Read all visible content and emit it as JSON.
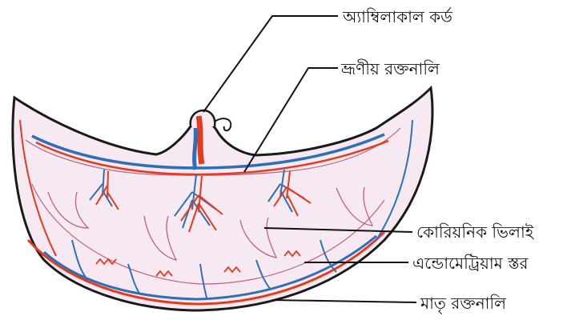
{
  "labels": {
    "umbilical_cord": "অ্যাম্বিলাকাল কর্ড",
    "fetal_vessels": "ভ্রূণীয় রক্তনালি",
    "chorionic_villi": "কোরিয়নিক ভিলাই",
    "endometrium": "এন্ডোমেট্রিয়াম স্তর",
    "maternal_vessels": "মাতৃ রক্তনালি"
  },
  "colors": {
    "outline": "#1a1a1a",
    "tissue_fill": "#f7e9f2",
    "fetal_vessel_blue": "#2f6fb7",
    "fetal_vessel_red": "#e53a1c",
    "maternal_red": "#e53a1c",
    "leader_line": "#111111"
  }
}
